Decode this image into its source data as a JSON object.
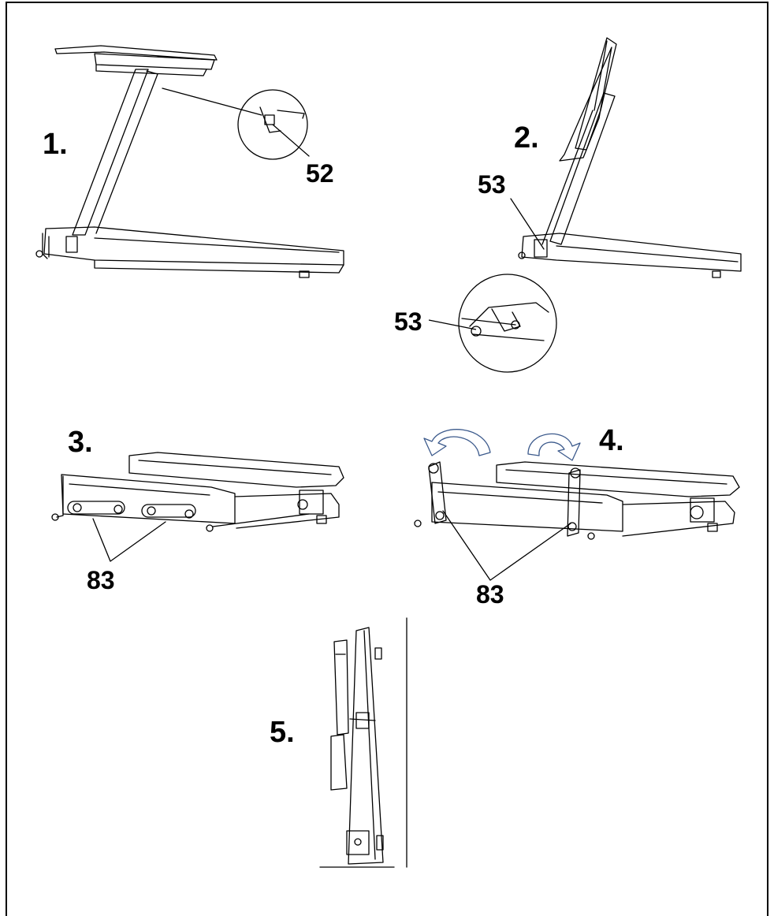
{
  "steps": {
    "s1": "1.",
    "s2": "2.",
    "s3": "3.",
    "s4": "4.",
    "s5": "5."
  },
  "parts": {
    "p52": "52",
    "p53_top": "53",
    "p53_detail": "53",
    "p83_left": "83",
    "p83_right": "83"
  },
  "colors": {
    "line": "#000000",
    "arrow": "#3c5a8c"
  }
}
